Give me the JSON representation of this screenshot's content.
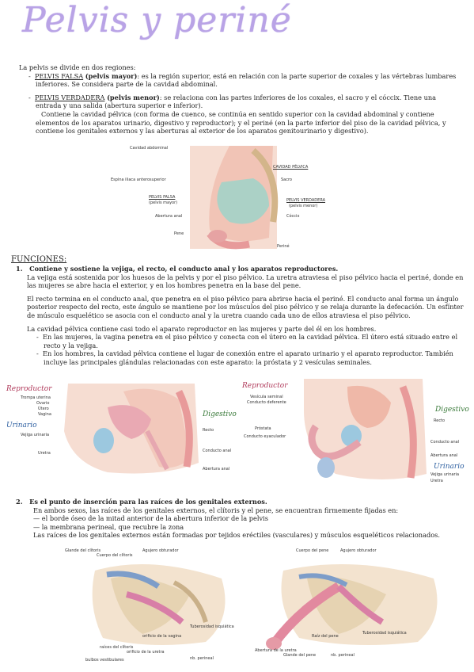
{
  "title": "Pelvis y periné",
  "intro": {
    "lead": "La pelvis se divide en dos regiones:",
    "falsa": {
      "name": "PELVIS FALSA",
      "alt": "(pelvis mayor)",
      "text1": ": es la región superior, está en relación con la parte superior de coxales y las vértebras lumbares",
      "text2": "inferiores. Se considera parte de la cavidad abdominal."
    },
    "verdadera": {
      "name": "PELVIS VERDADERA",
      "alt": "(pelvis menor)",
      "text1": ": se relaciona con las partes inferiores de los coxales, el sacro y el cóccix. Tiene una",
      "text2": "entrada y una salida (abertura superior e inferior).",
      "text3": "Contiene la cavidad pélvica (con forma de cuenco, se continúa en sentido superior con la cavidad abdominal y contiene",
      "text4": "elementos de los aparatos urinario, digestivo y reproductor); y el periné (en la parte inferior del piso de la cavidad pélvica, y",
      "text5": "contiene los genitales externos y las aberturas al exterior de los aparatos genitourinario y digestivo)."
    }
  },
  "fig1_labels": {
    "cavidad_abdominal": "Cavidad abdominal",
    "espina": "Espina iliaca anterosuperior",
    "pelvis_falsa": "PELVIS FALSA",
    "pelvis_mayor": "(pelvis mayor)",
    "abertura_anal": "Abertura anal",
    "pene": "Pene",
    "cavidad_pelvica": "CAVIDAD PÉLVICA",
    "sacro": "Sacro",
    "pelvis_verdadera": "PELVIS VERDADERA",
    "pelvis_menor": "(pelvis menor)",
    "coccix": "Cóccix",
    "perine": "Periné"
  },
  "funciones": {
    "heading": "FUNCIONES:",
    "item1": {
      "num": "1.",
      "title": "Contiene y sostiene la vejiga, el recto, el conducto anal y los aparatos reproductores.",
      "p1a": "La vejiga está sostenida por los huesos de la pelvis y por el piso pélvico. La uretra atraviesa el piso pélvico hacia el periné, donde en",
      "p1b": "las mujeres se abre hacia el exterior, y en los hombres penetra en la base del pene.",
      "p2a": "El recto termina en el conducto anal, que penetra en el piso pélvico para abrirse hacia el periné. El conducto anal forma un ángulo",
      "p2b": "posterior respecto del recto, este ángulo se mantiene por los músculos del piso pélvico y se relaja durante la defecación. Un esfínter",
      "p2c": "de músculo esquelético se asocia con el conducto anal y la uretra cuando cada uno de ellos atraviesa el piso pélvico.",
      "p3": "La cavidad pélvica contiene casi todo el aparato reproductor en las mujeres y parte del él en los hombres.",
      "b1a": "En las mujeres, la vagina penetra en el piso pélvico y conecta con el útero en la cavidad pélvica. El útero está situado entre el",
      "b1b": "recto y la vejiga.",
      "b2a": "En los hombres, la cavidad pélvica contiene el lugar de conexión entre el aparato urinario y el aparato reproductor. También",
      "b2b": "incluye las principales glándulas relacionadas con este aparato: la próstata y 2 vesículas seminales."
    },
    "item2": {
      "num": "2.",
      "title": "Es el punto de inserción para las raíces de los genitales externos.",
      "l1": "En ambos sexos, las raíces de los genitales externos, el clítoris y el pene, se encuentran firmemente fijadas en:",
      "l2": "— el borde óseo de la mitad anterior de la abertura inferior de la pelvis",
      "l3": "— la membrana perineal, que recubre la zona",
      "l4": "Las raíces de los genitales externos están formadas por tejidos eréctiles (vasculares) y músculos esqueléticos relacionados."
    }
  },
  "fig2_labels": {
    "reproductor": "Reproductor",
    "trompa": "Trompa uterina",
    "ovario": "Ovario",
    "utero": "Útero",
    "vagina": "Vagina",
    "urinario": "Urinario",
    "vejiga": "Vejiga urinaria",
    "uretra": "Uretra",
    "digestivo": "Digestivo",
    "recto": "Recto",
    "conducto_anal": "Conducto anal",
    "abertura_anal": "Abertura anal"
  },
  "fig3_labels": {
    "reproductor": "Reproductor",
    "vesicula": "Vesícula seminal",
    "conducto_deferente": "Conducto deferente",
    "prostata": "Próstata",
    "conducto_eyaculador": "Conducto eyaculador",
    "digestivo": "Digestivo",
    "recto": "Recto",
    "conducto_anal": "Conducto anal",
    "abertura_anal": "Abertura anal",
    "urinario": "Urinario",
    "vejiga": "Vejiga urinaria",
    "uretra": "Uretra"
  },
  "fig4_labels": {
    "glande": "Glande del clítoris",
    "cuerpo": "Cuerpo del clítoris",
    "agujero": "Agujero obturador",
    "tuberosidad": "Tuberosidad isquiática",
    "orificio_vagina": "orificio de la vagina",
    "raices": "raíces del clítoris",
    "orificio_uretra": "orificio de la uretra",
    "bulbos": "bulbos vestibulares",
    "nb": "nb. perineal"
  },
  "fig5_labels": {
    "cuerpo": "Cuerpo del pene",
    "agujero": "Agujero obturador",
    "tuberosidad": "Tuberosidad isquiática",
    "raiz": "Raíz del pene",
    "abertura_uretra": "Abertura de la uretra",
    "glande": "Glande del pene",
    "nb": "nb. perineal"
  }
}
